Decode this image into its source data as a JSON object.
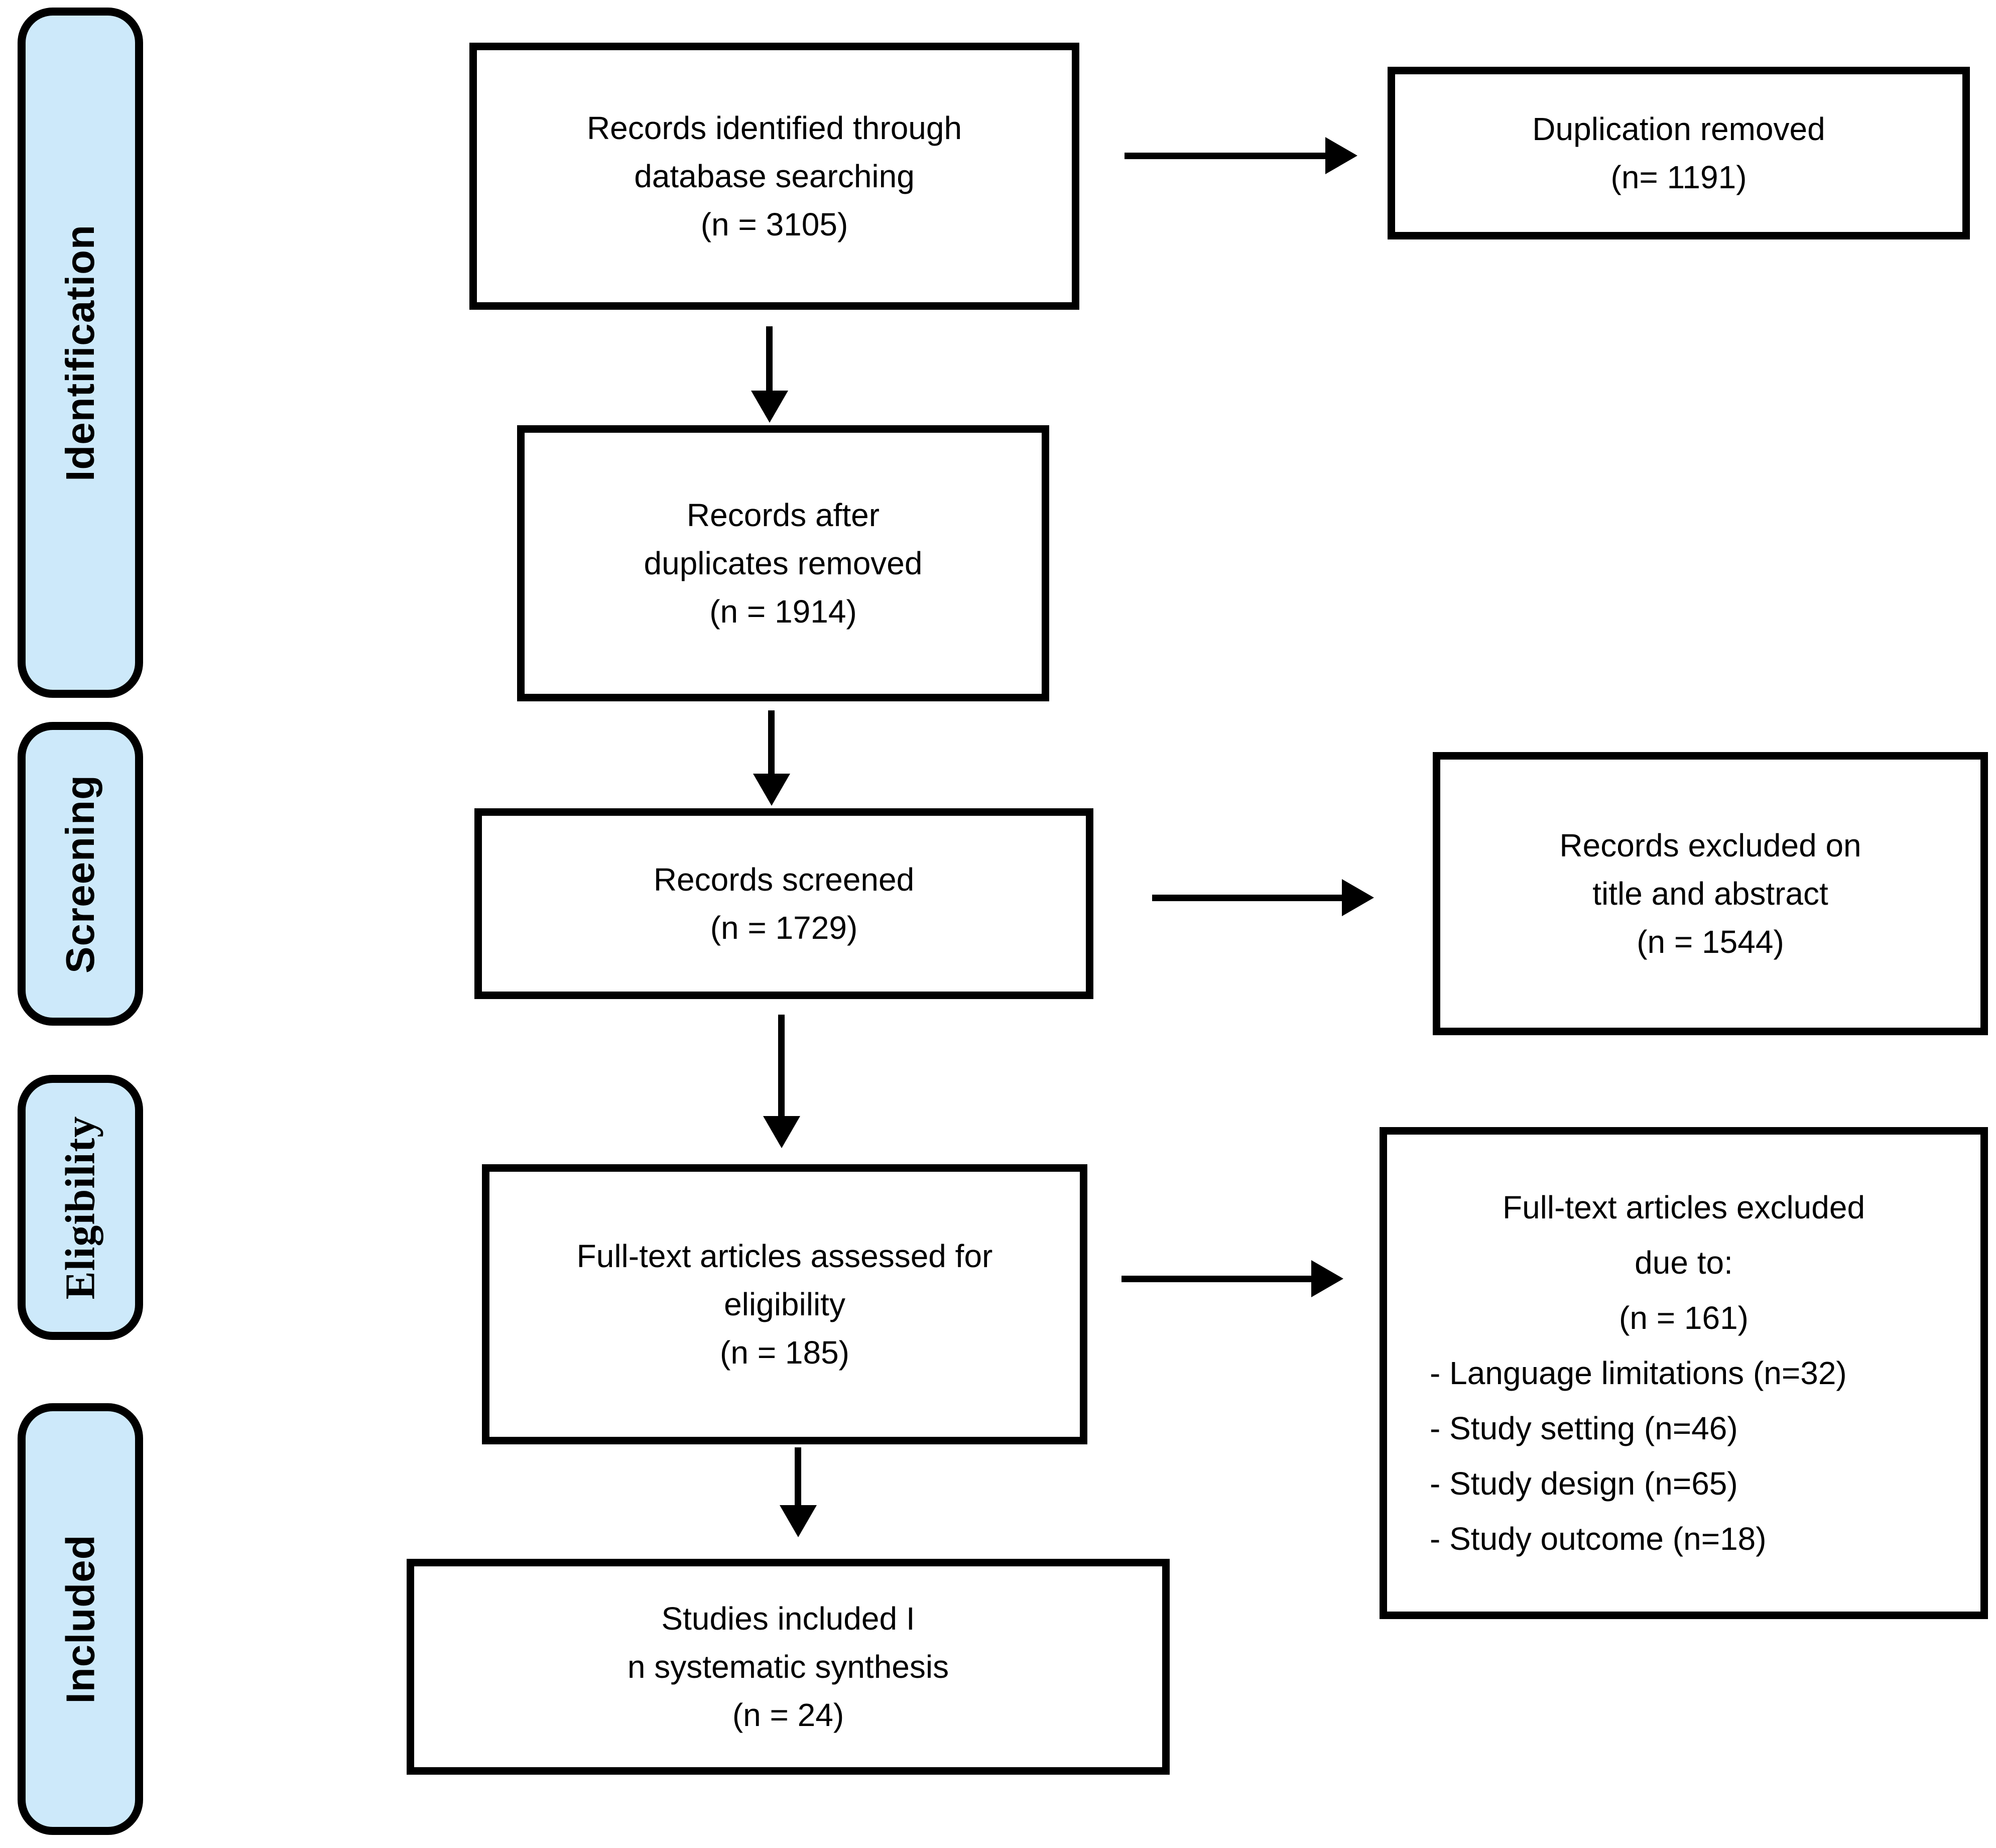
{
  "diagram": {
    "type": "prisma-flow",
    "colors": {
      "stage_fill": "#CDE9FA",
      "line": "#000000",
      "box_fill": "#ffffff"
    },
    "stages": [
      {
        "label": "Identification"
      },
      {
        "label": "Screening"
      },
      {
        "label": "Eligibility"
      },
      {
        "label": "Included"
      }
    ],
    "boxes": {
      "identified": {
        "text": "Records identified through\ndatabase searching\n(n = 3105)"
      },
      "duplication_removed": {
        "text": "Duplication removed\n(n= 1191)"
      },
      "after_duplicates": {
        "text": "Records after\nduplicates removed\n(n = 1914)"
      },
      "screened": {
        "text": "Records screened\n(n = 1729)"
      },
      "excluded_title_abstract": {
        "text": "Records excluded on\ntitle and abstract\n(n = 1544)"
      },
      "fulltext_assessed": {
        "text": "Full-text articles assessed for\neligibility\n(n = 185)"
      },
      "fulltext_excluded": {
        "title": "Full-text articles excluded\ndue to:\n(n = 161)",
        "items": [
          "- Language limitations (n=32)",
          "- Study setting (n=46)",
          "- Study design (n=65)",
          "- Study outcome (n=18)"
        ]
      },
      "included_synthesis": {
        "text": "Studies included I\nn systematic synthesis\n(n = 24)"
      }
    }
  }
}
